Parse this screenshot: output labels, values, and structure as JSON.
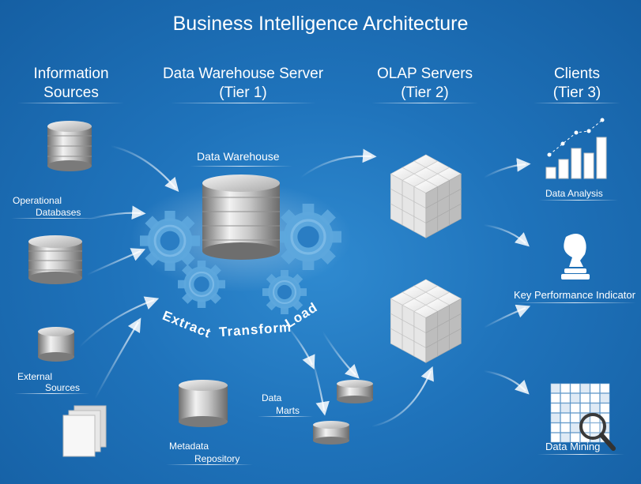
{
  "title": "Business Intelligence Architecture",
  "columns": {
    "sources": {
      "line1": "Information",
      "line2": "Sources"
    },
    "warehouse": {
      "line1": "Data Warehouse Server",
      "line2": "(Tier 1)"
    },
    "olap": {
      "line1": "OLAP Servers",
      "line2": "(Tier 2)"
    },
    "clients": {
      "line1": "Clients",
      "line2": "(Tier 3)"
    }
  },
  "labels": {
    "operational_1": "Operational",
    "operational_2": "Databases",
    "external_1": "External",
    "external_2": "Sources",
    "data_warehouse": "Data Warehouse",
    "etl_extract": "Extract",
    "etl_transform": "Transform",
    "etl_load": "Load",
    "metadata_1": "Metadata",
    "metadata_2": "Repository",
    "marts_1": "Data",
    "marts_2": "Marts",
    "data_analysis": "Data Analysis",
    "kpi": "Key Performance Indicator",
    "data_mining": "Data Mining"
  },
  "colors": {
    "background": "#1f73bb",
    "text": "#ffffff",
    "cylinder_light": "#e8e8e8",
    "cylinder_dark": "#7d7d7d",
    "gear": "#5aa6dd"
  },
  "icons": [
    "database-icon",
    "document-stack-icon",
    "gear-icon",
    "olap-cube-icon",
    "bar-chart-icon",
    "chess-knight-icon",
    "magnifier-grid-icon",
    "arrow-icon"
  ]
}
